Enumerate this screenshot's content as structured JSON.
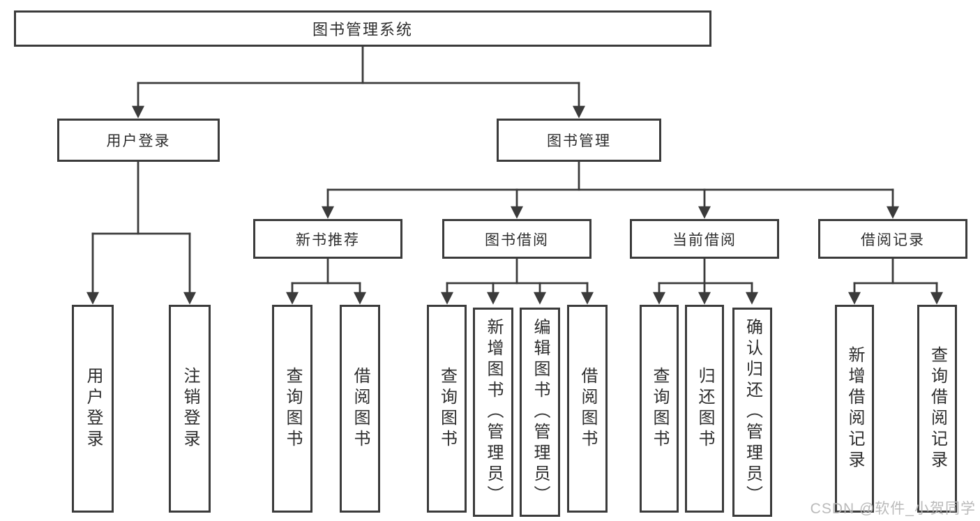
{
  "diagram": {
    "title_node": {
      "label": "图书管理系统"
    },
    "root": {
      "label": "图书管理系统"
    },
    "level2": [
      {
        "label": "用户登录"
      },
      {
        "label": "图书管理"
      }
    ],
    "level3": [
      {
        "label": "新书推荐",
        "parent": "图书管理"
      },
      {
        "label": "图书借阅",
        "parent": "图书管理"
      },
      {
        "label": "当前借阅",
        "parent": "图书管理"
      },
      {
        "label": "借阅记录",
        "parent": "图书管理"
      }
    ],
    "leaves": [
      {
        "label": "用户登录",
        "parent": "用户登录"
      },
      {
        "label": "注销登录",
        "parent": "用户登录"
      },
      {
        "label": "查询图书",
        "parent": "新书推荐"
      },
      {
        "label": "借阅图书",
        "parent": "新书推荐"
      },
      {
        "label": "查询图书",
        "parent": "图书借阅"
      },
      {
        "label": "新增图书（管理员）",
        "parent": "图书借阅"
      },
      {
        "label": "编辑图书（管理员）",
        "parent": "图书借阅"
      },
      {
        "label": "借阅图书",
        "parent": "图书借阅"
      },
      {
        "label": "查询图书",
        "parent": "当前借阅"
      },
      {
        "label": "归还图书",
        "parent": "当前借阅"
      },
      {
        "label": "确认归还（管理员）",
        "parent": "当前借阅"
      },
      {
        "label": "新增借阅记录",
        "parent": "借阅记录"
      },
      {
        "label": "查询借阅记录",
        "parent": "借阅记录"
      }
    ]
  },
  "watermark": "CSDN @软件_小贺同学",
  "colors": {
    "line": "#3b3b3b",
    "text": "#2d2d2d",
    "background": "#ffffff",
    "watermark": "#b6b6b6"
  }
}
